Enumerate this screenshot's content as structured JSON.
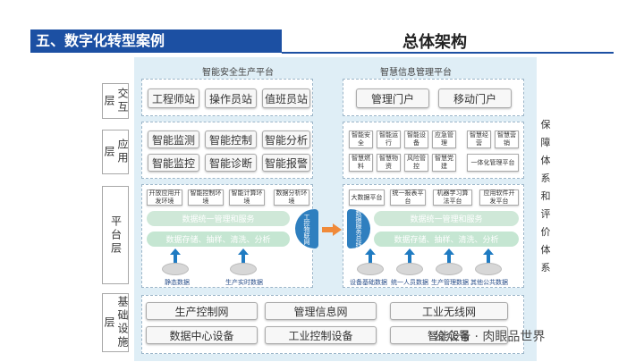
{
  "header": {
    "section_title": "五、数字化转型案例",
    "page_title": "总体架构"
  },
  "colors": {
    "accent": "#1c50a3",
    "circle": "#2f7fbf",
    "bar": "#cfe8d8",
    "arrow": "#f08a3a"
  },
  "layers": {
    "interaction": "交互层",
    "application": "应用层",
    "platform": "平台层",
    "infrastructure": "基础设施层"
  },
  "interaction": {
    "left_title": "智能安全生产平台",
    "right_title": "智慧信息管理平台",
    "left_items": [
      "工程师站",
      "操作员站",
      "值班员站"
    ],
    "right_items": [
      "管理门户",
      "移动门户"
    ]
  },
  "application": {
    "left_items": [
      "智能监测",
      "智能控制",
      "智能分析",
      "智能监控",
      "智能诊断",
      "智能报警"
    ],
    "right_items": [
      "智能安全",
      "智能运行",
      "智能设备",
      "应急管理",
      "智慧经营",
      "智慧营销",
      "智慧燃料",
      "智慧物资",
      "风险管控",
      "智慧党建",
      "一体化管理平台"
    ]
  },
  "platform": {
    "left_items": [
      "开放应用开发环境",
      "智能控制环境",
      "智能计算环境",
      "数据分析环境"
    ],
    "right_items": [
      "大数据平台",
      "统一报表平台",
      "机器学习算法平台",
      "应用软件开发平台"
    ],
    "bar1": "数据统一管理和服务",
    "bar2": "数据存储、抽样、清洗、分析",
    "left_circle": "工控物联网",
    "right_circle": "数据服务总线",
    "left_dbs": [
      "静态数据",
      "生产实时数据"
    ],
    "right_dbs": [
      "设备基础数据",
      "统一人员数据",
      "生产管理数据",
      "其他公共数据"
    ]
  },
  "infrastructure": {
    "items": [
      "生产控制网",
      "管理信息网",
      "工业无线网",
      "数据中心设备",
      "工业控制设备",
      "智能设备"
    ]
  },
  "side_label": "保障体系和评价体系",
  "watermark": "公众号 · 肉眼品世界"
}
